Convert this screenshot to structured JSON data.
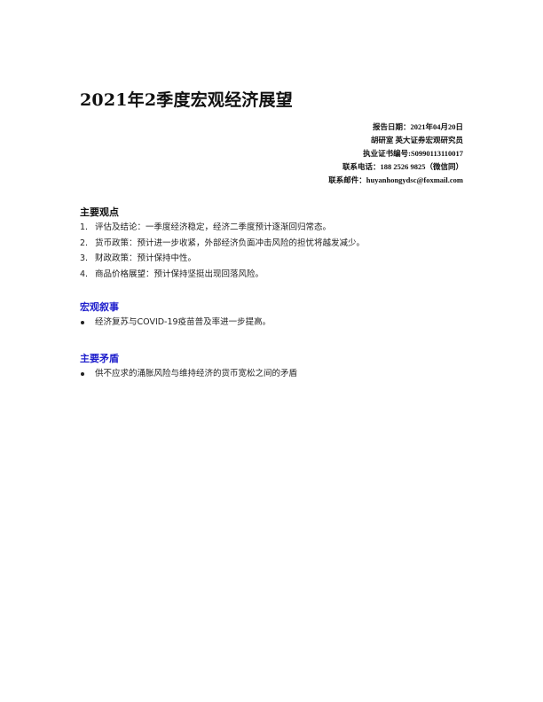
{
  "document": {
    "title": "2021年2季度宏观经济展望",
    "meta": [
      "报告日期：2021年04月20日",
      "胡研室 英大证券宏观研究员",
      "执业证书编号:S0990113110017",
      "联系电话：188 2526 9825（微信同）",
      "联系邮件：huyanhongydsc@foxmail.com"
    ]
  },
  "sections": {
    "main_points": {
      "heading": "主要观点",
      "items": [
        {
          "marker": "1.",
          "text": "评估及结论：一季度经济稳定，经济二季度预计逐渐回归常态。"
        },
        {
          "marker": "2.",
          "text": "货币政策：预计进一步收紧，外部经济负面冲击风险的担忧将越发减少。"
        },
        {
          "marker": "3.",
          "text": "财政政策：预计保持中性。"
        },
        {
          "marker": "4.",
          "text": "商品价格展望：预计保持坚挺出现回落风险。"
        }
      ]
    },
    "macro_narrative": {
      "heading": "宏观叙事",
      "items": [
        {
          "text": "经济复苏与COVID-19疫苗普及率进一步提高。"
        }
      ]
    },
    "main_contradiction": {
      "heading": "主要矛盾",
      "items": [
        {
          "text": "供不应求的涌胀风险与维持经济的货币宽松之间的矛盾"
        }
      ]
    }
  },
  "colors": {
    "section_blue": "#1f1fcc",
    "text": "#111111"
  }
}
